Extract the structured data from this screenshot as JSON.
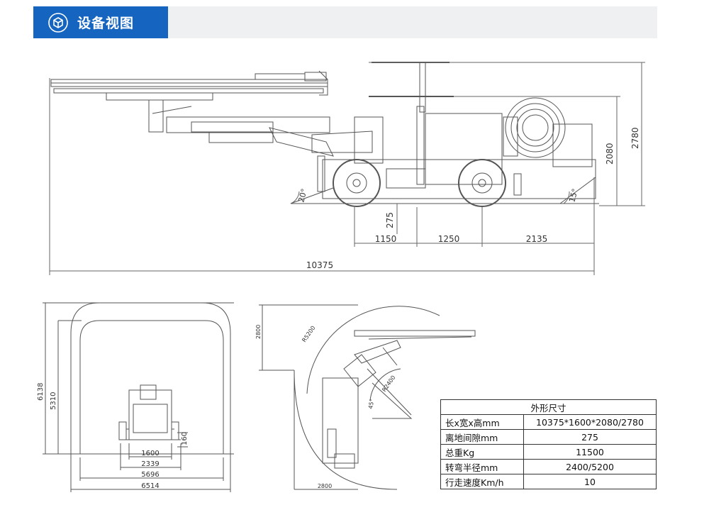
{
  "header": {
    "title": "设备视图",
    "accent": "#1565c0",
    "icon": "cube-icon"
  },
  "side_view": {
    "dims": {
      "total_length": "10375",
      "d1": "1150",
      "d2": "1250",
      "d3": "2135",
      "clearance": "275",
      "height_low": "2080",
      "height_high": "2780",
      "angle_front": "20°",
      "angle_rear": "15°"
    }
  },
  "front_view": {
    "dims": {
      "w1": "1600",
      "w2": "2339",
      "w3": "5696",
      "w4": "6514",
      "h_outer": "6138",
      "h_inner": "5310",
      "h_low": "160"
    }
  },
  "turn_view": {
    "dims": {
      "top": "2800",
      "bottom": "2800",
      "r_outer": "R5200",
      "r_inner": "R2400",
      "angle": "45°"
    }
  },
  "spec_table": {
    "title": "外形尺寸",
    "rows": [
      {
        "label": "长x宽x高mm",
        "value": "10375*1600*2080/2780"
      },
      {
        "label": "离地间隙mm",
        "value": "275"
      },
      {
        "label": "总重Kg",
        "value": "11500"
      },
      {
        "label": "转弯半径mm",
        "value": "2400/5200"
      },
      {
        "label": "行走速度Km/h",
        "value": "10"
      }
    ]
  }
}
